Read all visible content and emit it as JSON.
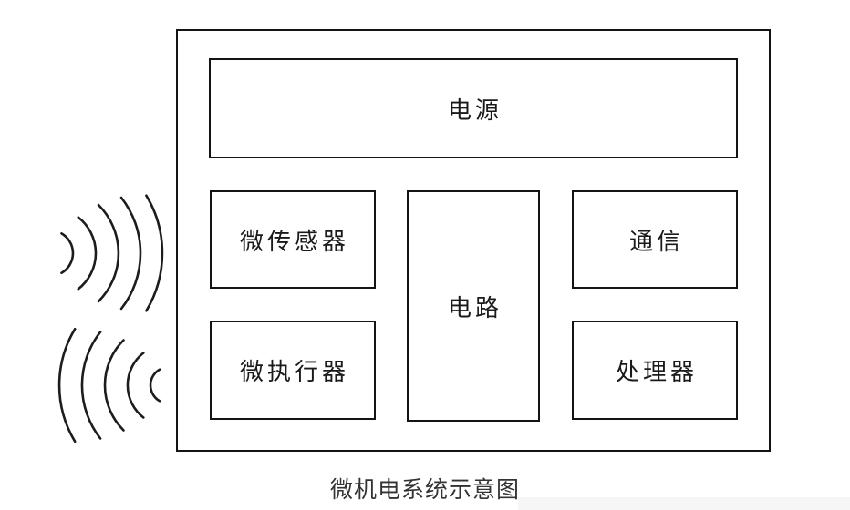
{
  "diagram": {
    "caption": "微机电系统示意图",
    "blocks": {
      "power": "电源",
      "sensor": "微传感器",
      "actuator": "微执行器",
      "circuit": "电路",
      "communication": "通信",
      "processor": "处理器"
    },
    "icons": {
      "incoming_waves": "incoming-signal-waves",
      "outgoing_waves": "outgoing-signal-waves"
    },
    "colors": {
      "line": "#141414",
      "background": "#ffffff",
      "caption_text": "#333333"
    }
  }
}
